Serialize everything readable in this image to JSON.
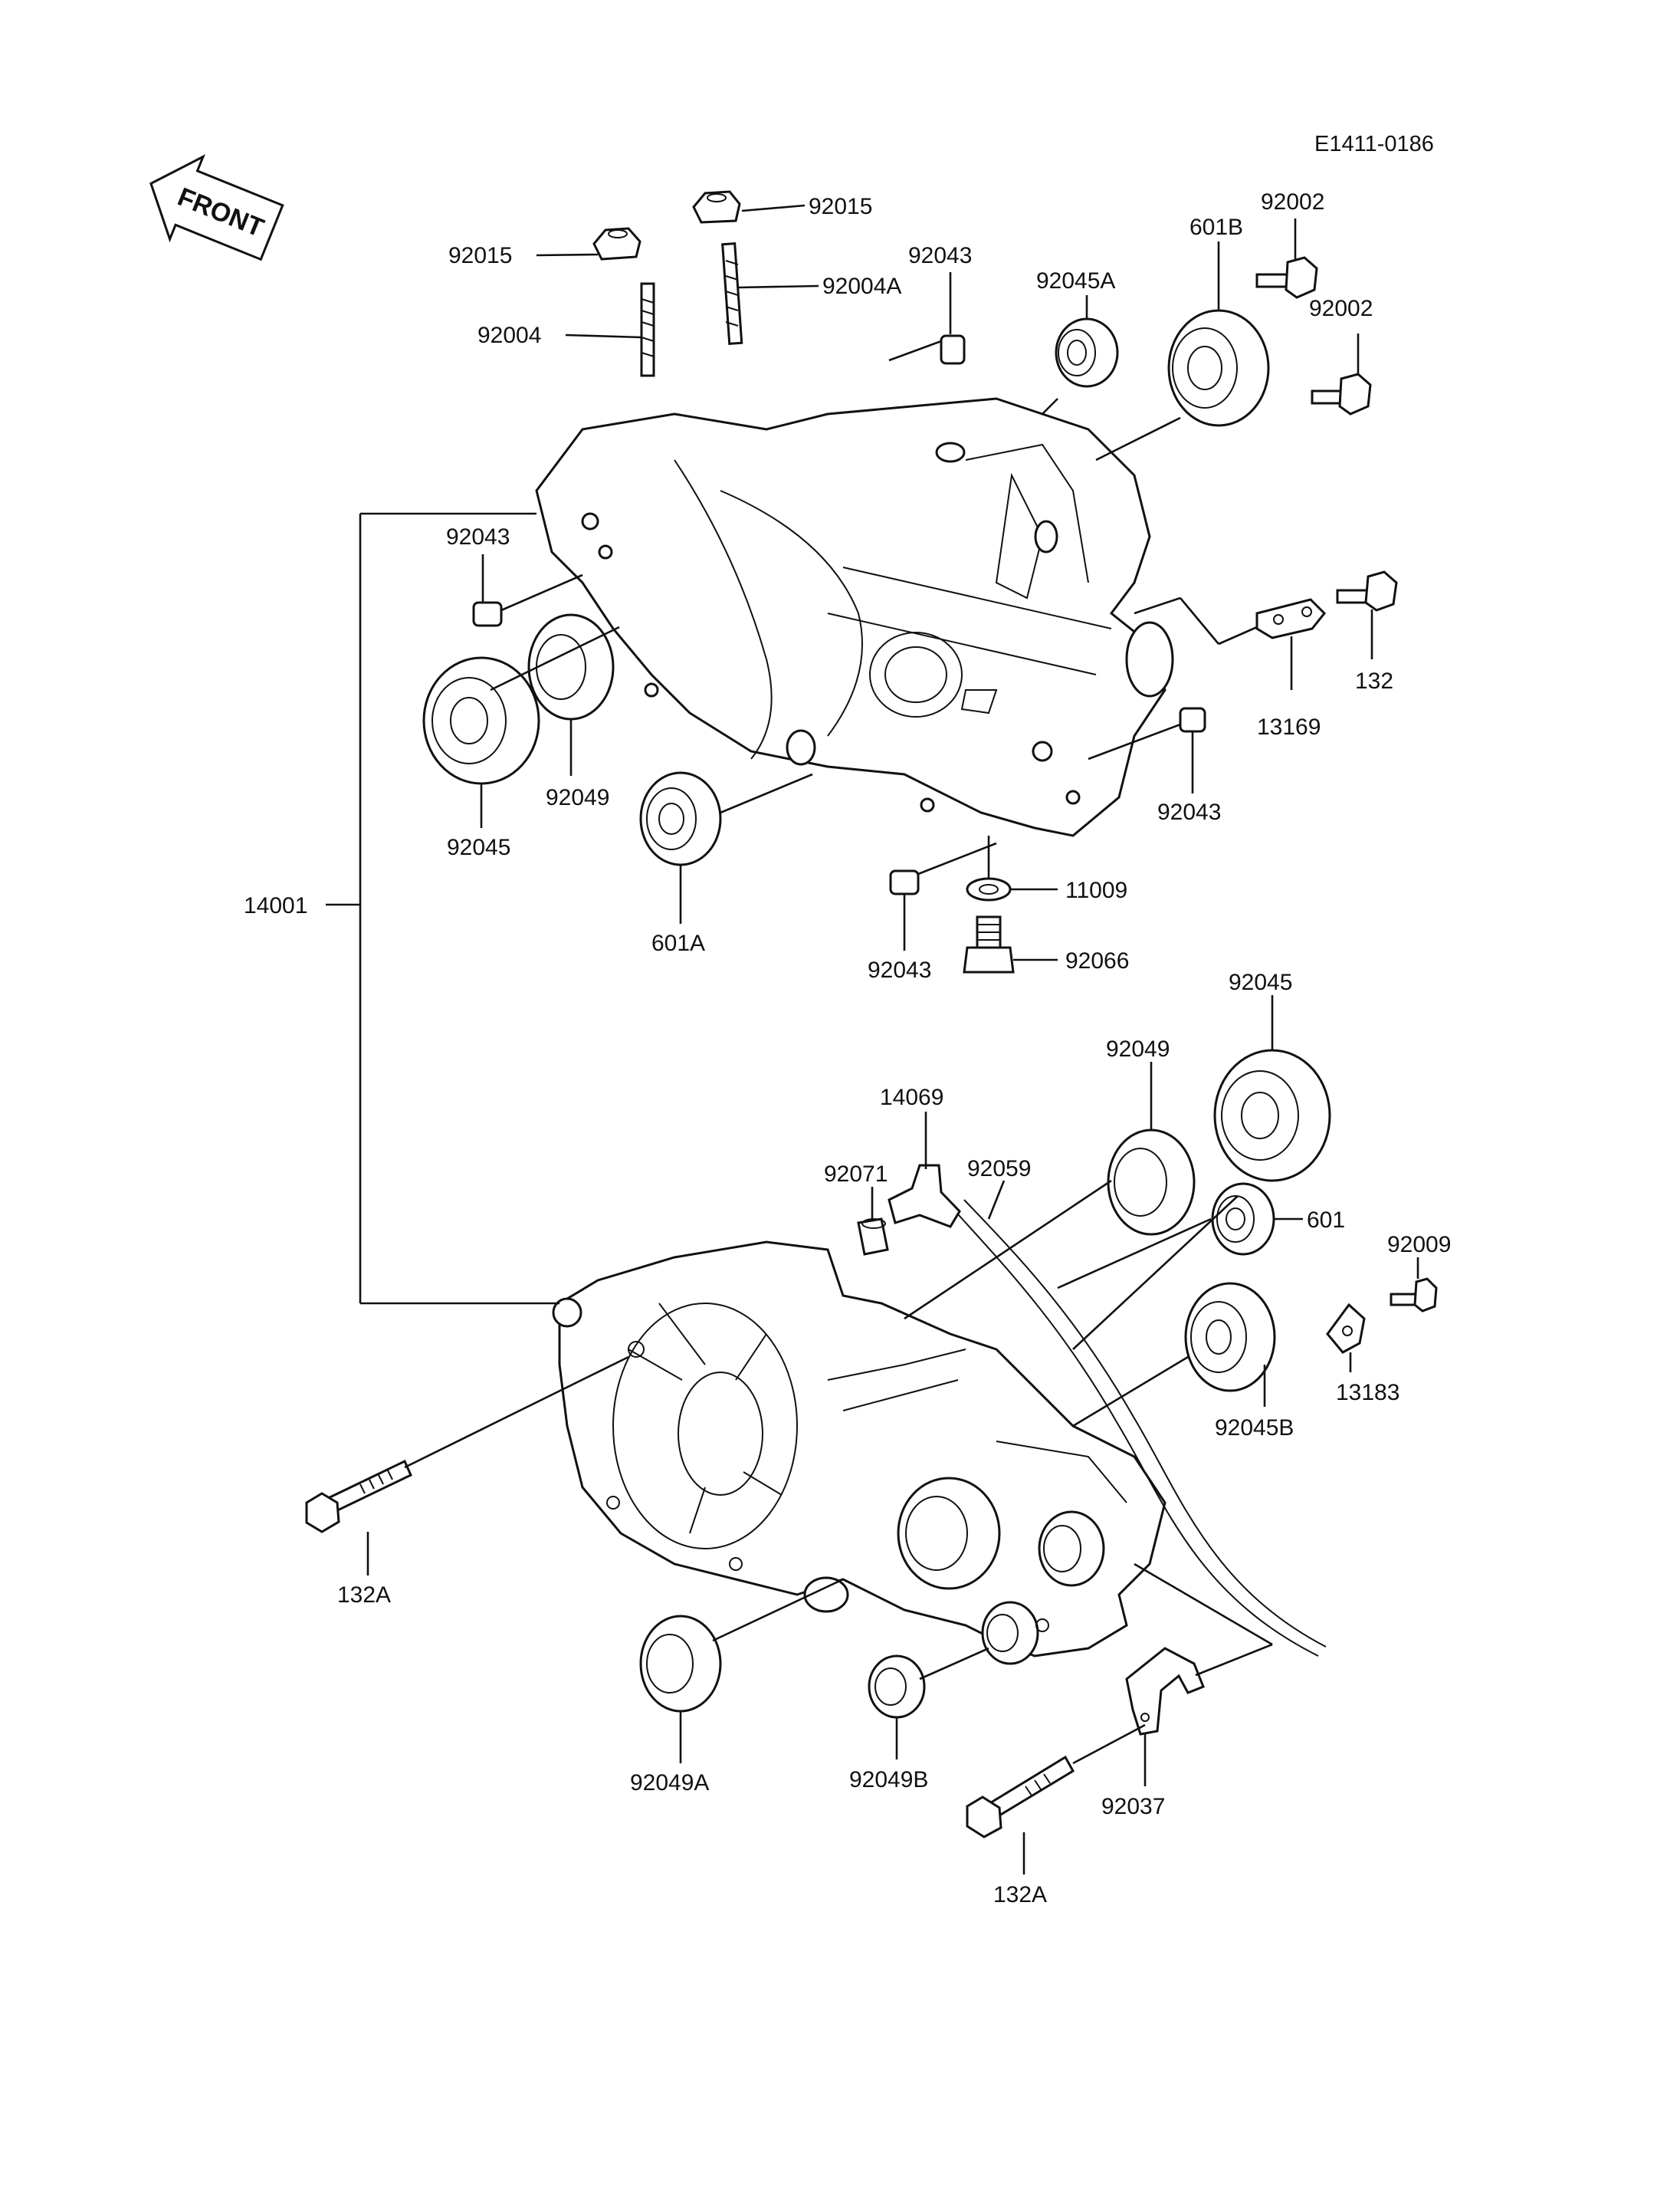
{
  "reference_code": "E1411-0186",
  "front_label": "FRONT",
  "labels": {
    "p92015_left": "92015",
    "p92015_right": "92015",
    "p92004": "92004",
    "p92004A": "92004A",
    "p92043_top": "92043",
    "p92045A": "92045A",
    "p601B": "601B",
    "p92002_top": "92002",
    "p92002_mid": "92002",
    "p92043_left": "92043",
    "p92045_left": "92045",
    "p92049_left": "92049",
    "p601A": "601A",
    "p14001": "14001",
    "p132": "132",
    "p13169": "13169",
    "p92043_right": "92043",
    "p11009": "11009",
    "p92043_bottom": "92043",
    "p92066": "92066",
    "p92045_right": "92045",
    "p92049_right": "92049",
    "p14069": "14069",
    "p92071": "92071",
    "p92059": "92059",
    "p601": "601",
    "p92009": "92009",
    "p13183": "13183",
    "p92045B": "92045B",
    "p132A_left": "132A",
    "p92049A": "92049A",
    "p92049B": "92049B",
    "p92037": "92037",
    "p132A_bottom": "132A"
  }
}
